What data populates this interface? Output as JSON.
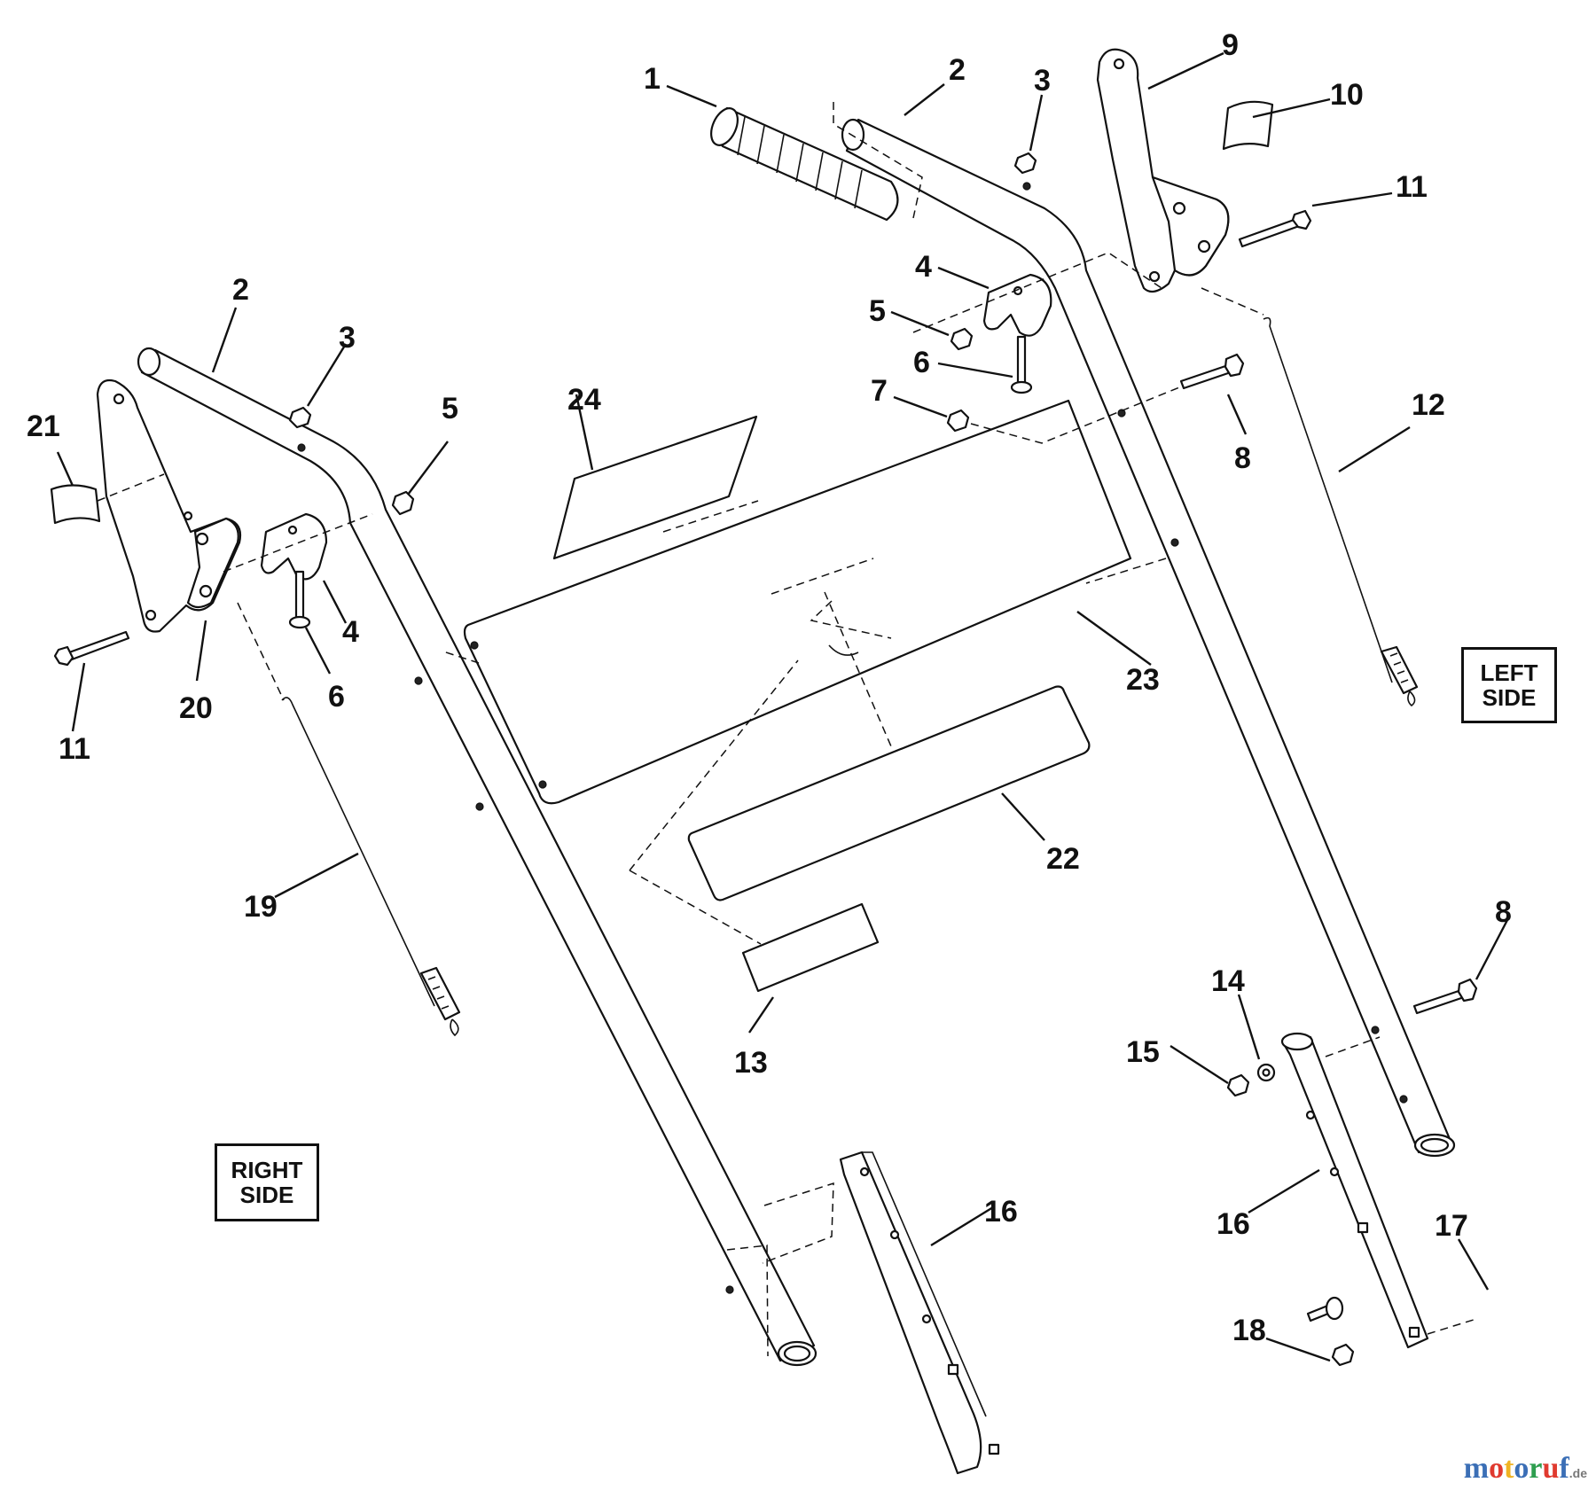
{
  "labels": {
    "left_side_line1": "LEFT",
    "left_side_line2": "SIDE",
    "right_side_line1": "RIGHT",
    "right_side_line2": "SIDE"
  },
  "callouts": [
    "1",
    "2",
    "3",
    "4",
    "5",
    "6",
    "7",
    "8",
    "9",
    "10",
    "11",
    "12",
    "13",
    "14",
    "15",
    "16",
    "17",
    "18",
    "19",
    "20",
    "21",
    "22",
    "23",
    "24"
  ],
  "watermark": {
    "letters": [
      "m",
      "o",
      "t",
      "o",
      "r",
      "u",
      "f"
    ],
    "colors": [
      "#3b6fb6",
      "#e03a2f",
      "#f0b323",
      "#3b6fb6",
      "#2e9e4f",
      "#e03a2f",
      "#3b6fb6"
    ],
    "suffix": ".de"
  }
}
